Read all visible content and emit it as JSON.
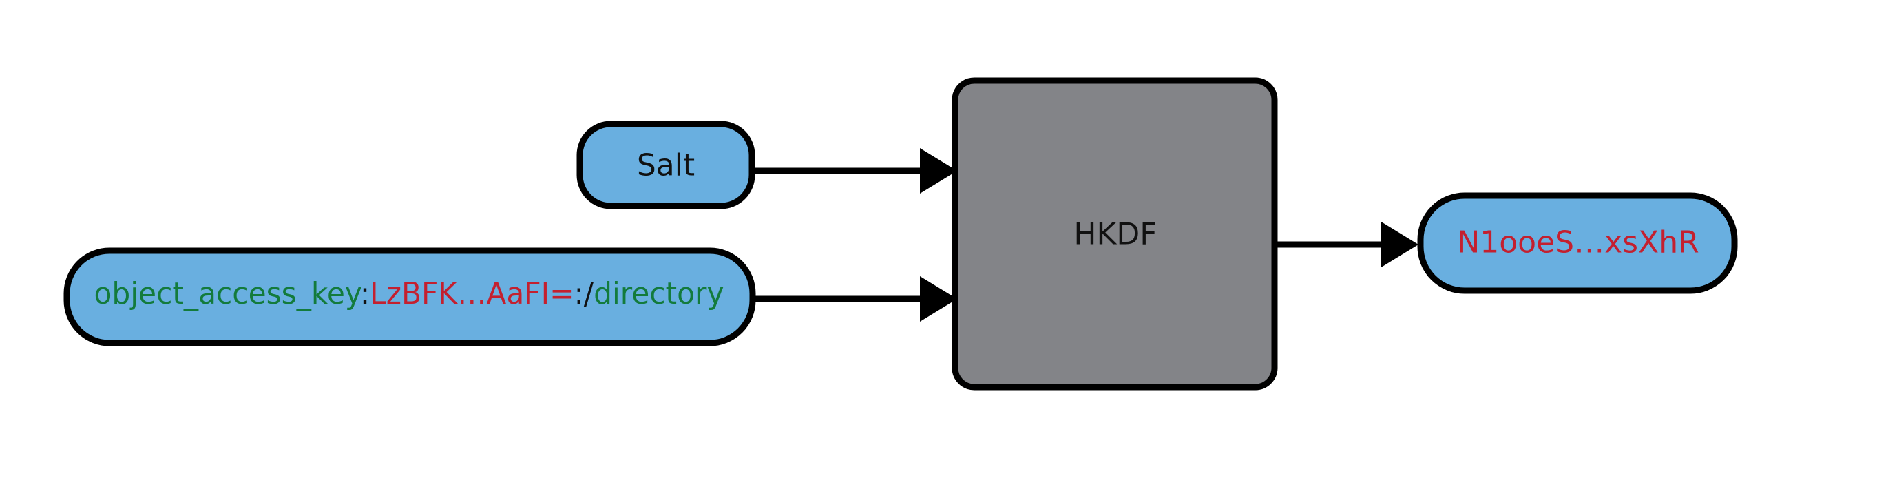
{
  "colors": {
    "node_fill": "#69afe0",
    "box_fill": "#838488",
    "stroke": "#000000",
    "green_text": "#137b3c",
    "red_text": "#c4202f",
    "black_text": "#111111"
  },
  "nodes": {
    "salt": {
      "label": "Salt"
    },
    "input_key": {
      "segments": [
        {
          "text": "object_access_key",
          "color": "#137b3c"
        },
        {
          "text": ":",
          "color": "#111111"
        },
        {
          "text": "LzBFK…AaFI=",
          "color": "#c4202f"
        },
        {
          "text": ":/",
          "color": "#111111"
        },
        {
          "text": "directory",
          "color": "#137b3c"
        }
      ]
    },
    "hkdf": {
      "label": "HKDF"
    },
    "output_key": {
      "label": "N1ooeS…xsXhR"
    }
  },
  "edges": [
    {
      "from": "salt",
      "to": "hkdf"
    },
    {
      "from": "input_key",
      "to": "hkdf"
    },
    {
      "from": "hkdf",
      "to": "output_key"
    }
  ]
}
